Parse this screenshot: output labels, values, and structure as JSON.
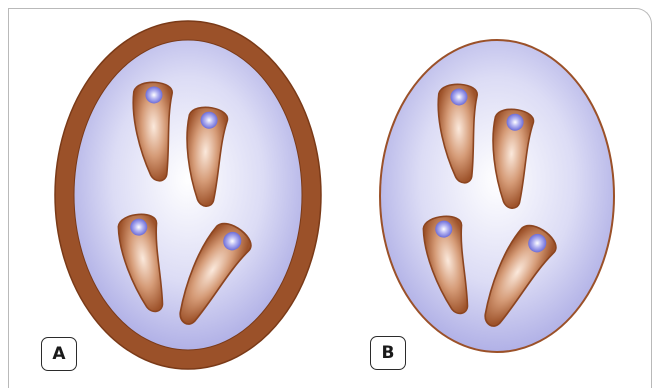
{
  "panels": [
    {
      "label": "A",
      "outer_wall": "thick"
    },
    {
      "label": "B",
      "outer_wall": "thin"
    }
  ],
  "colors": {
    "wall": "#9b5129",
    "wall_edge": "#7a3a18",
    "cytoplasm_center": "#ffffff",
    "cytoplasm_edge": "#a7a7e3",
    "cell_light": "#f6dccb",
    "cell_dark": "#a65a30",
    "nucleus": "#7e7ee0",
    "frame": "#b9b9b9"
  },
  "icons": [
    "rounded-frame",
    "ascus-ellipse",
    "elongated-cell",
    "nucleus-dot"
  ]
}
